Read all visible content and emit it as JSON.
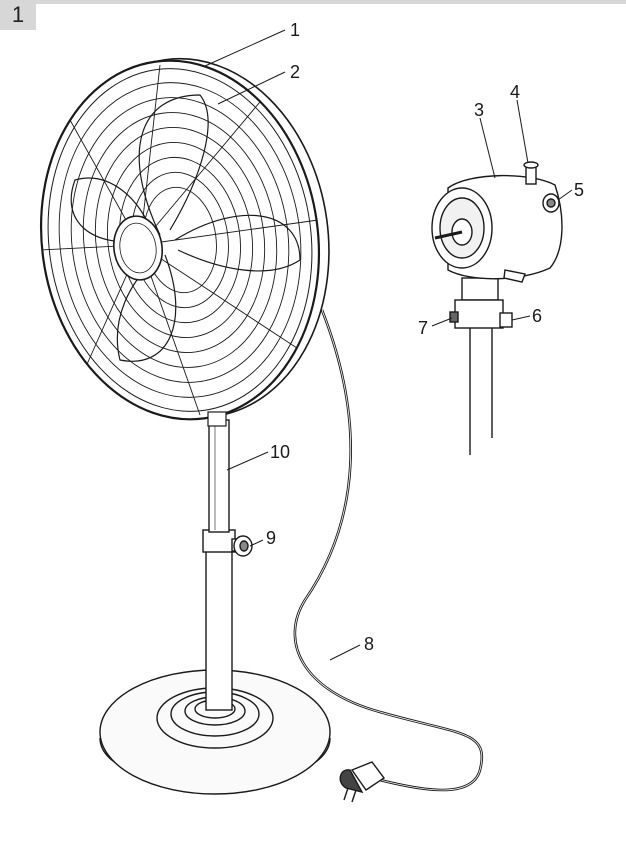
{
  "figure_number": "1",
  "callouts": [
    "1",
    "2",
    "3",
    "4",
    "5",
    "6",
    "7",
    "8",
    "9",
    "10"
  ],
  "colors": {
    "line": "#1a1a1a",
    "ink_light": "#555555",
    "panel": "#d7d7d7"
  }
}
